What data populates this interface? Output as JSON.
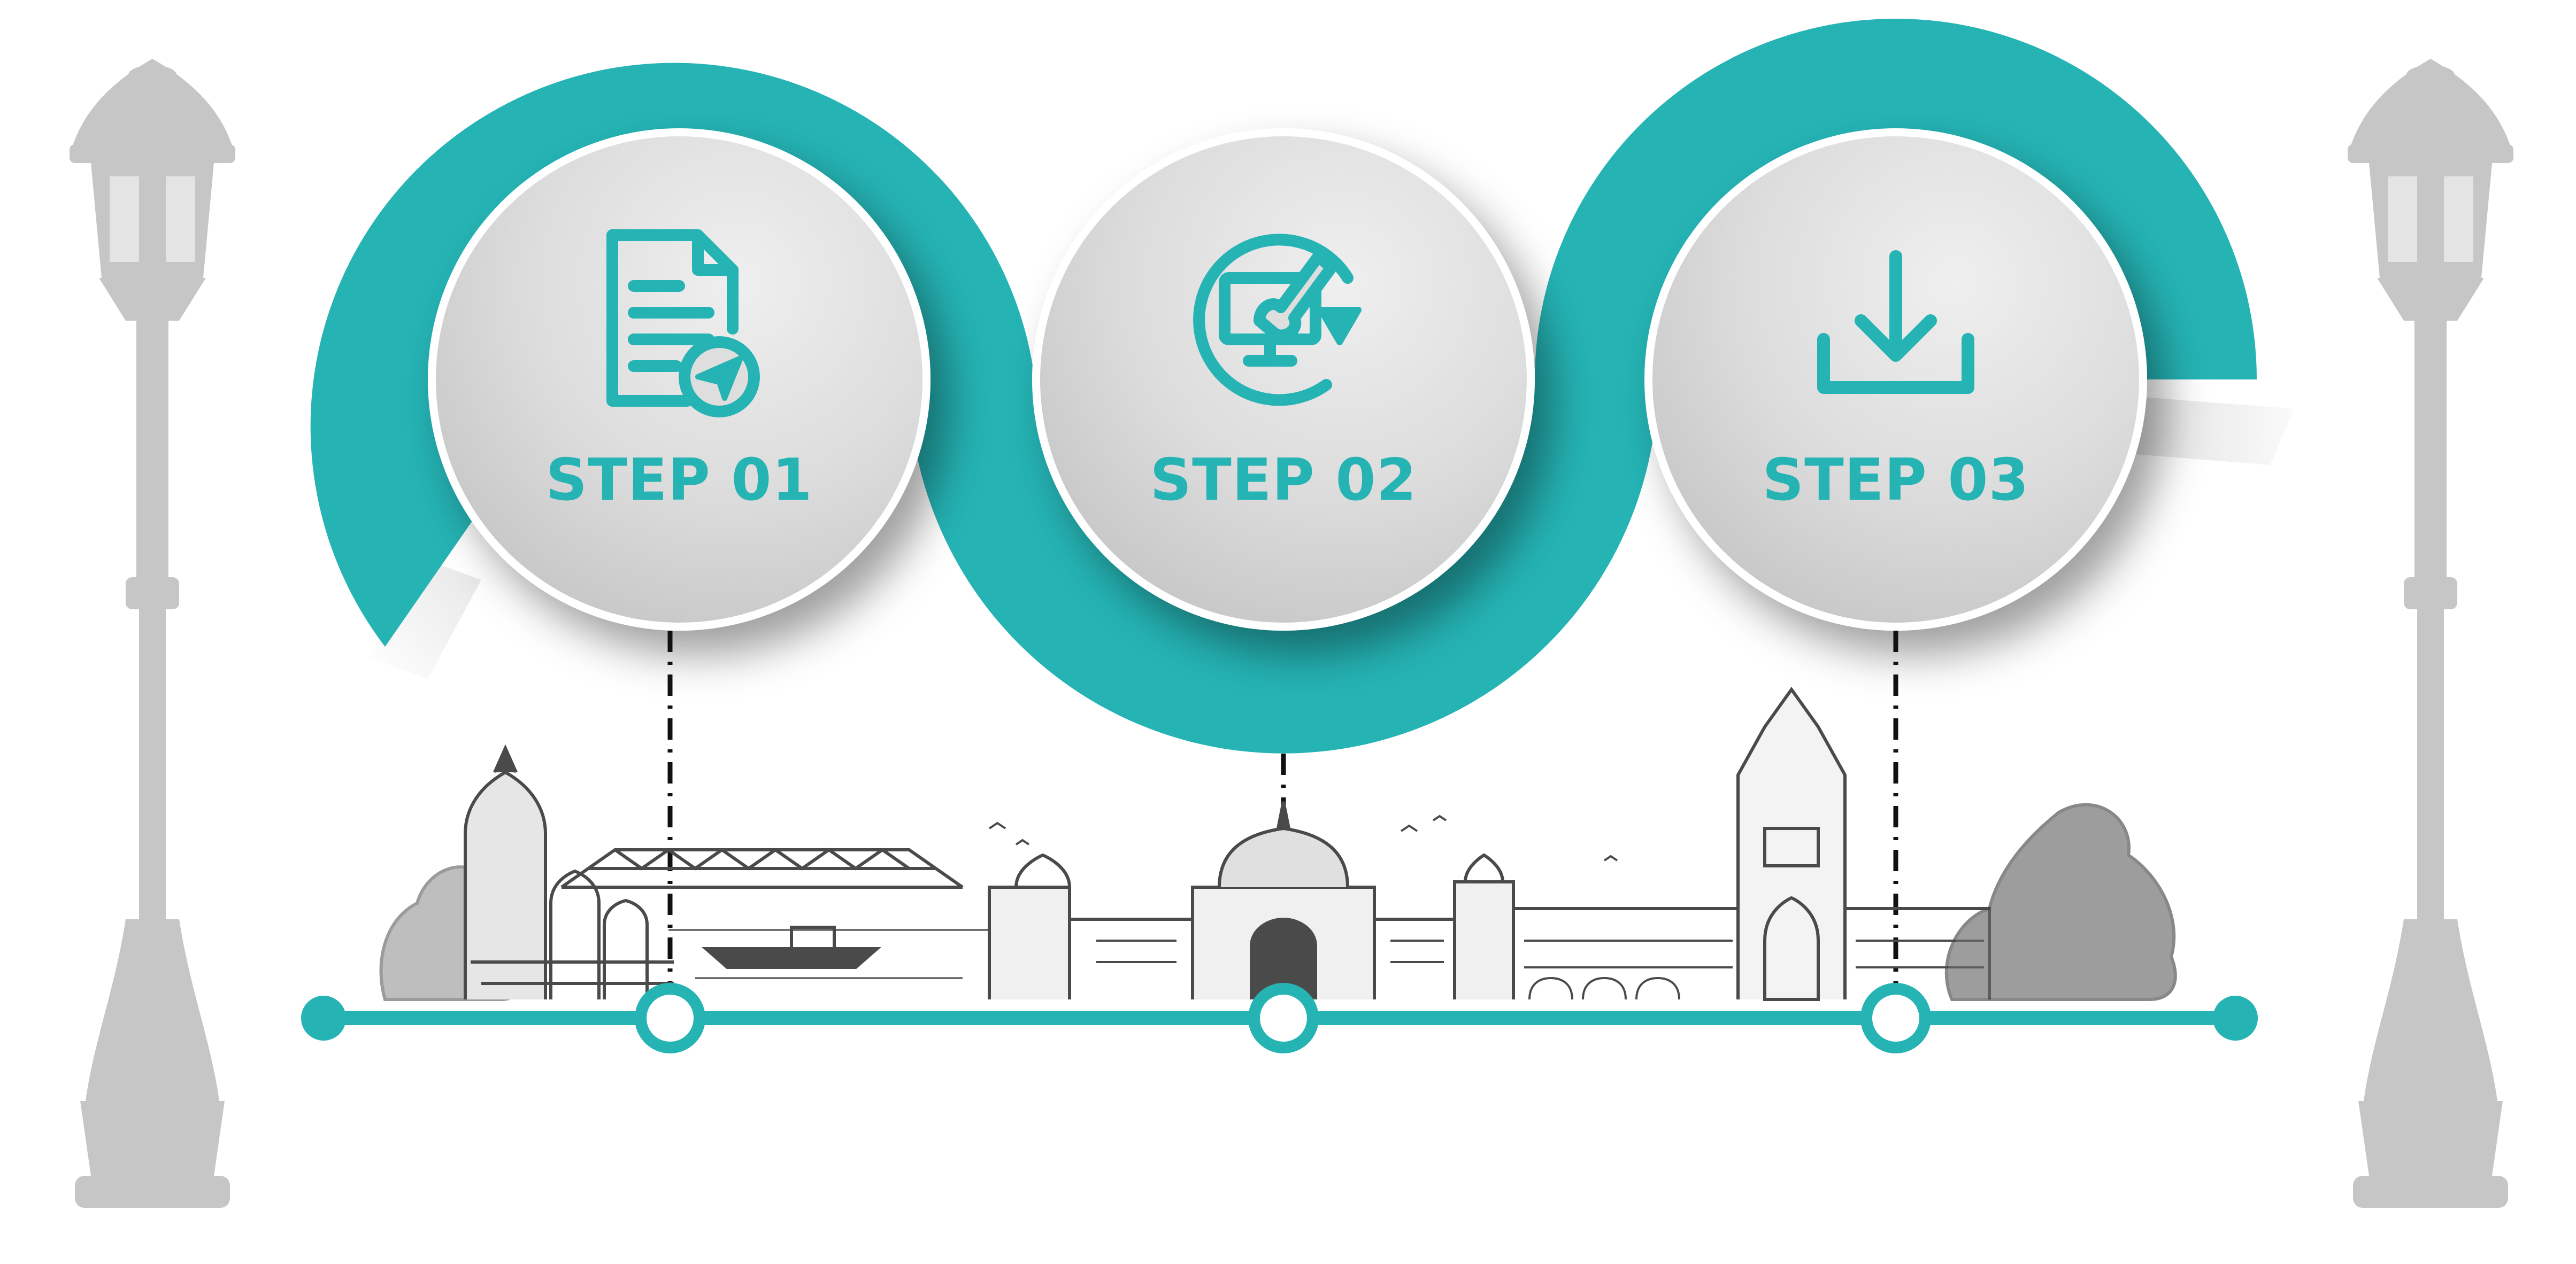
{
  "colors": {
    "accent": "#25b3b4",
    "circle_face": "#dcdcdc",
    "lamp": "#c6c6c6",
    "sketch": "#4a4a4a",
    "connector": "#111111"
  },
  "steps": [
    {
      "label": "STEP 01",
      "icon": "document-send-icon"
    },
    {
      "label": "STEP 02",
      "icon": "monitor-paintbrush-refresh-icon"
    },
    {
      "label": "STEP 03",
      "icon": "download-tray-icon"
    }
  ],
  "decorations": {
    "left_lamp": "street-lamp-icon",
    "right_lamp": "street-lamp-icon",
    "skyline": "city-skyline-sketch"
  }
}
